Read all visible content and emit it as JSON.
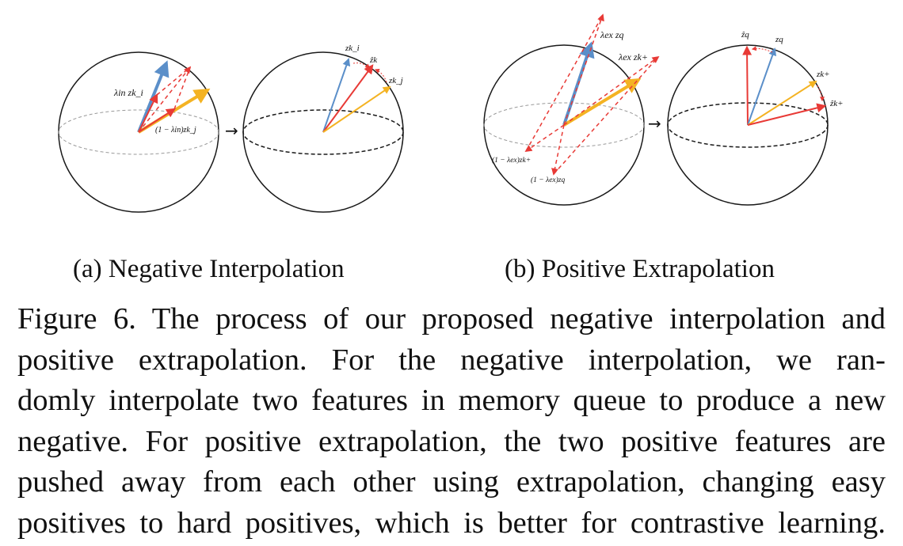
{
  "figure": {
    "panel_a": {
      "labels": {
        "lambda_in_zk_i": "λin zk_i",
        "one_minus_lambda_in_zk_j": "(1 − λin)zk_j",
        "zk_i": "zk_i",
        "zk_hat": "ẑk",
        "zk_j": "zk_j"
      }
    },
    "panel_b": {
      "labels": {
        "lambda_ex_zq": "λex zq",
        "lambda_ex_zk_plus": "λex zk+",
        "one_minus_lambda_ex_zk_plus": "(1 − λex)zk+",
        "one_minus_lambda_ex_zq": "(1 − λex)zq",
        "zq_hat": "ẑq",
        "zq": "zq",
        "zk_plus": "zk+",
        "zk_plus_hat": "ẑk+"
      }
    },
    "arrow_symbol": "→",
    "colors": {
      "blue": "#5b8fc9",
      "orange": "#f4b323",
      "red": "#e83a36",
      "outline": "#1a1a1a"
    }
  },
  "subcaptions": {
    "a": "(a)  Negative Interpolation",
    "b": "(b)  Positive Extrapolation"
  },
  "caption": {
    "lines": [
      "Figure 6. The process of our proposed negative interpolation and",
      "positive extrapolation.  For the negative interpolation, we ran-",
      "domly interpolate two features in memory queue to produce a new",
      "negative. For positive extrapolation, the two positive features are",
      "pushed away from each other using extrapolation, changing easy",
      "positives to hard positives, which is better for contrastive learning."
    ]
  }
}
